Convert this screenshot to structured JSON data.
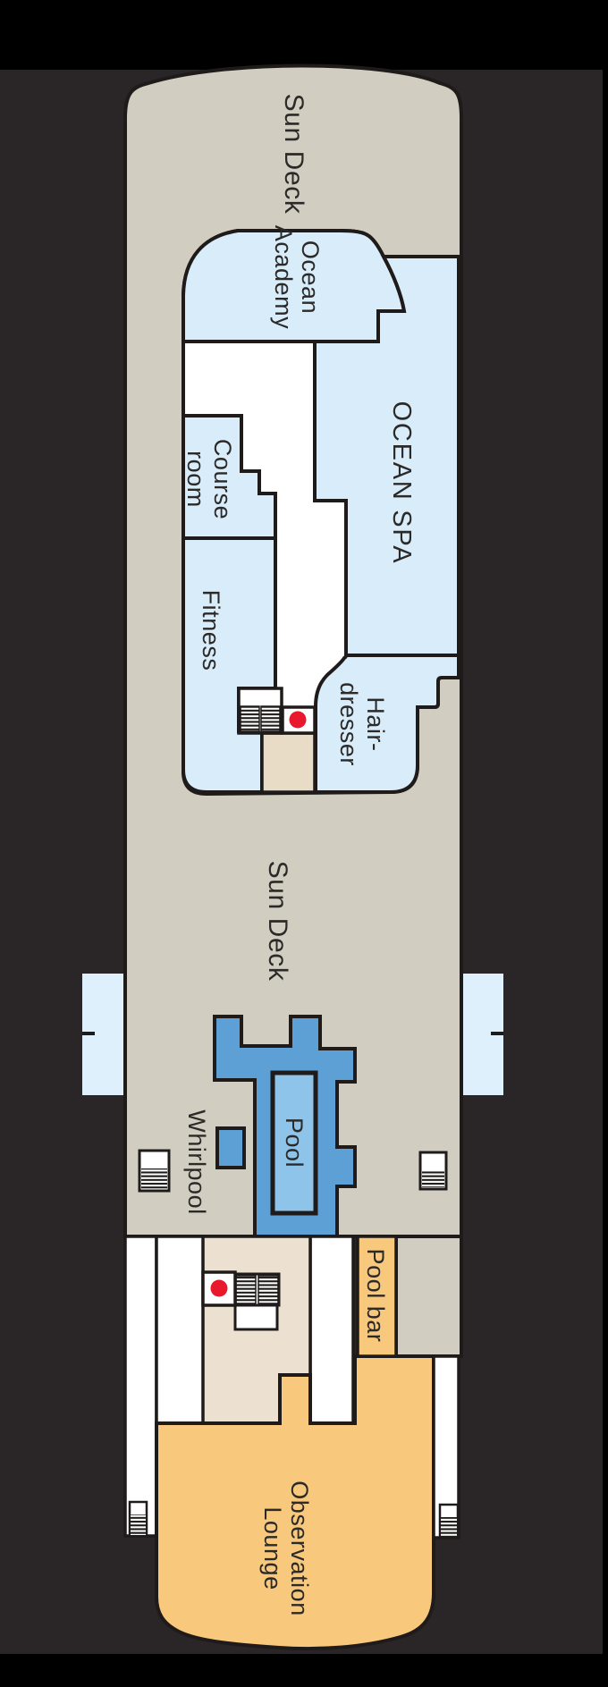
{
  "title": "Ship deck plan – Sun Deck",
  "labels": {
    "sun_deck_fore": "Sun Deck",
    "ocean_academy": "Ocean\nAcademy",
    "ocean_spa": "OCEAN SPA",
    "course_room": "Course\nroom",
    "fitness": "Fitness",
    "hairdresser": "Hair-\ndresser",
    "sun_deck_mid": "Sun Deck",
    "whirlpool": "Whirlpool",
    "pool": "Pool",
    "pool_bar": "Pool bar",
    "observation_lounge": "Observation\nLounge"
  },
  "icons": {
    "stairs": "stairs-icon",
    "lift_marker": "red-dot-marker"
  },
  "colors": {
    "background": "#2a2526",
    "frame_black": "#000000",
    "hull": "#d1cdc1",
    "room_blue": "#d8ecfa",
    "platform_blue": "#ddf0fc",
    "pool_blue": "#5ca0d6",
    "pool_inner_blue": "#8fc4ea",
    "beige_corridor": "#e9dcc6",
    "beige_corridor_aft": "#ece0d1",
    "lounge_orange": "#f8c87c",
    "marker_red": "#e8192c",
    "line": "#1e1b1a",
    "white": "#ffffff"
  }
}
